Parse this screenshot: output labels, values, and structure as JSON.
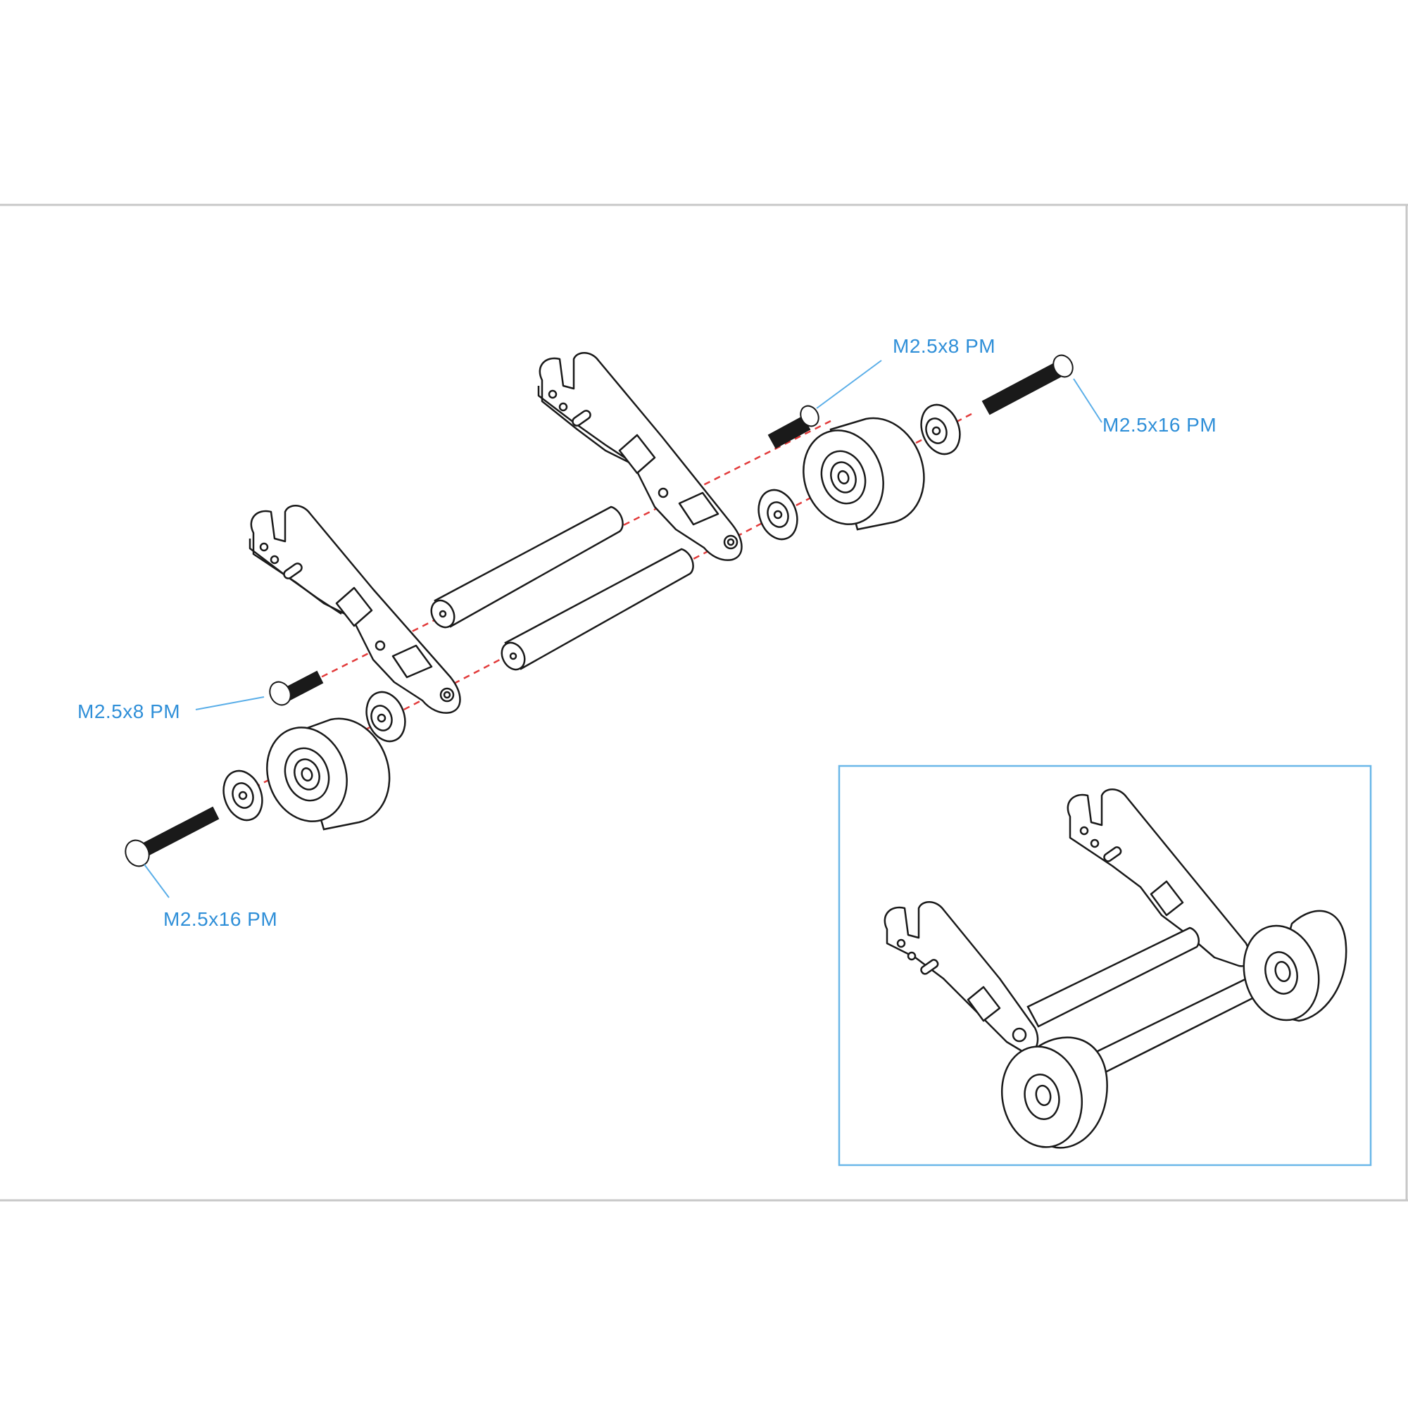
{
  "colors": {
    "callout": "#2f8fd8",
    "leader": "#5aaee8",
    "axis": "#e23b3b",
    "line": "#1a1a1a",
    "part_fill": "#ffffff",
    "frame": "#c8c8c8",
    "inset_border": "#6ab7e8"
  },
  "callouts": {
    "top_screw_short": "M2.5x8 PM",
    "top_screw_long": "M2.5x16 PM",
    "bottom_screw_short": "M2.5x8 PM",
    "bottom_screw_long": "M2.5x16 PM"
  },
  "icons": [
    "screw-icon",
    "bushing-icon",
    "roller-icon",
    "arm-plate-icon",
    "standoff-icon"
  ]
}
